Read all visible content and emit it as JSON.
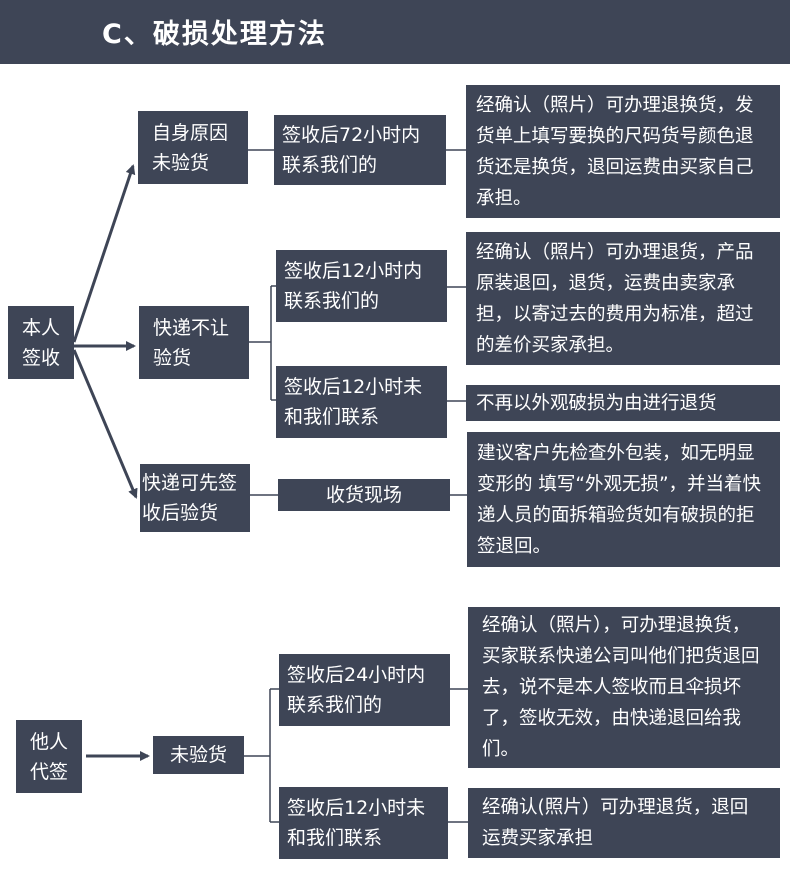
{
  "header": {
    "title": "C、破损处理方法"
  },
  "section1": {
    "root": {
      "label": "本人\n签收"
    },
    "branches": [
      {
        "label": "自身原因\n未验货",
        "conditions": [
          {
            "label": "签收后72小时内\n联系我们的",
            "outcome": "经确认（照片）可办理退换货，发货单上填写要换的尺码货号颜色退货还是换货，退回运费由买家自己承担。"
          }
        ]
      },
      {
        "label": "快递不让\n验货",
        "conditions": [
          {
            "label": "签收后12小时内\n联系我们的",
            "outcome": "经确认（照片）可办理退货，产品原装退回，退货，运费由卖家承担，以寄过去的费用为标准，超过的差价买家承担。"
          },
          {
            "label": "签收后12小时未\n和我们联系",
            "outcome": "不再以外观破损为由进行退货"
          }
        ]
      },
      {
        "label": "快递可先签\n收后验货",
        "conditions": [
          {
            "label": "收货现场",
            "outcome": "建议客户先检查外包装，如无明显变形的 填写“外观无损”，并当着快递人员的面拆箱验货如有破损的拒签退回。"
          }
        ]
      }
    ]
  },
  "section2": {
    "root": {
      "label": "他人\n代签"
    },
    "branch": {
      "label": "未验货"
    },
    "conditions": [
      {
        "label": "签收后24小时内\n联系我们的",
        "outcome": "经确认（照片），可办理退换货，买家联系快递公司叫他们把货退回去，说不是本人签收而且伞损坏了，签收无效，由快递退回给我们。"
      },
      {
        "label": "签收后12小时未\n和我们联系",
        "outcome": "经确认(照片）可办理退货，退回运费买家承担"
      }
    ]
  },
  "colors": {
    "box": "#3e4556",
    "line": "#3e4556",
    "text": "#ffffff"
  }
}
